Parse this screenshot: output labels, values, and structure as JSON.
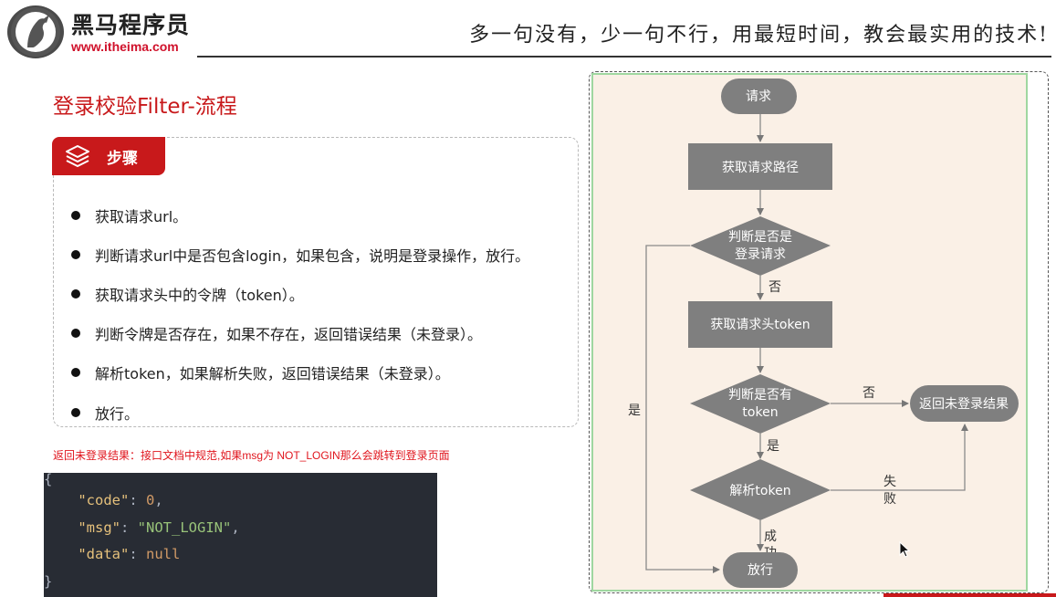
{
  "header": {
    "brand_name": "黑马程序员",
    "brand_url": "www.itheima.com",
    "slogan": "多一句没有，少一句不行，用最短时间，教会最实用的技术!"
  },
  "colors": {
    "brand_red": "#c8191b",
    "flow_node": "#7f7f7f",
    "flow_bg": "#faf0e6",
    "code_bg": "#282c34"
  },
  "section_title": "登录校验Filter-流程",
  "steps": {
    "tab_label": "步骤",
    "tab_icon": "layers-icon",
    "items": [
      "获取请求url。",
      "判断请求url中是否包含login，如果包含，说明是登录操作，放行。",
      "获取请求头中的令牌（token）。",
      "判断令牌是否存在，如果不存在，返回错误结果（未登录）。",
      "解析token，如果解析失败，返回错误结果（未登录）。",
      "放行。"
    ]
  },
  "note": "返回未登录结果：接口文档中规范,如果msg为 NOT_LOGIN那么会跳转到登录页面",
  "code": {
    "open_brace": "{",
    "close_brace": "}",
    "code_key": "\"code\"",
    "code_value": "0",
    "msg_key": "\"msg\"",
    "msg_value": "\"NOT_LOGIN\"",
    "data_key": "\"data\"",
    "data_value": "null",
    "colon": ": ",
    "comma": ","
  },
  "flow": {
    "start": "请求",
    "get_path": "获取请求路径",
    "is_login_line1": "判断是否是",
    "is_login_line2": "登录请求",
    "label_no_1": "否",
    "get_token": "获取请求头token",
    "has_token_line1": "判断是否有",
    "has_token_line2": "token",
    "label_no_2": "否",
    "label_yes_1": "是",
    "label_yes_2": "是",
    "return_not_login": "返回未登录结果",
    "parse_token": "解析token",
    "label_fail_1": "失",
    "label_fail_2": "败",
    "label_success_1": "成",
    "label_success_2": "功",
    "allow": "放行"
  }
}
